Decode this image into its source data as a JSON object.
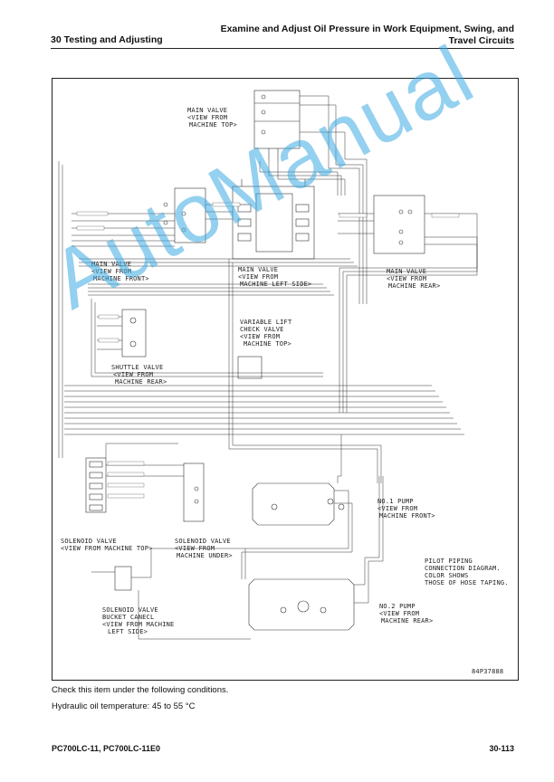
{
  "header": {
    "section": "30 Testing and Adjusting",
    "title_line1": "Examine and Adjust Oil Pressure in Work Equipment, Swing, and",
    "title_line2": "Travel Circuits"
  },
  "diagram": {
    "labels": {
      "main_valve_top": [
        "MAIN VALVE",
        "<VIEW FROM",
        "MACHINE TOP>"
      ],
      "main_valve_front": [
        "MAIN VALVE",
        "<VIEW FROM",
        "MACHINE FRONT>"
      ],
      "main_valve_left": [
        "MAIN VALVE",
        "<VIEW FROM",
        "MACHINE LEFT SIDE>"
      ],
      "main_valve_rear": [
        "MAIN VALVE",
        "<VIEW FROM",
        "MACHINE REAR>"
      ],
      "variable_lift": [
        "VARIABLE LIFT",
        "CHECK VALVE",
        "<VIEW FROM",
        "MACHINE TOP>"
      ],
      "shuttle_valve": [
        "SHUTTLE VALVE",
        "<VIEW FROM",
        "MACHINE REAR>"
      ],
      "no1_pump": [
        "NO.1 PUMP",
        "<VIEW FROM",
        "MACHINE FRONT>"
      ],
      "solenoid_top": [
        "SOLENOID VALVE",
        "<VIEW FROM MACHINE TOP>"
      ],
      "solenoid_under": [
        "SOLENOID VALVE",
        "<VIEW FROM",
        "MACHINE UNDER>"
      ],
      "pilot_piping": [
        "PILOT PIPING",
        "CONNECTION DIAGRAM.",
        "COLOR SHOWS",
        "THOSE OF HOSE TAPING."
      ],
      "solenoid_bucket": [
        "SOLENOID VALVE",
        "BUCKET  CANECL",
        "<VIEW FROM MACHINE",
        "LEFT SIDE>"
      ],
      "no2_pump": [
        "NO.2 PUMP",
        "<VIEW FROM",
        "MACHINE REAR>"
      ]
    },
    "drawing_id": "84P37888",
    "watermark": "AutoManual"
  },
  "notes": {
    "line1": "Check this item under the following conditions.",
    "line2": "Hydraulic oil temperature: 45 to 55 °C"
  },
  "footer": {
    "model": "PC700LC-11, PC700LC-11E0",
    "page": "30-113"
  }
}
